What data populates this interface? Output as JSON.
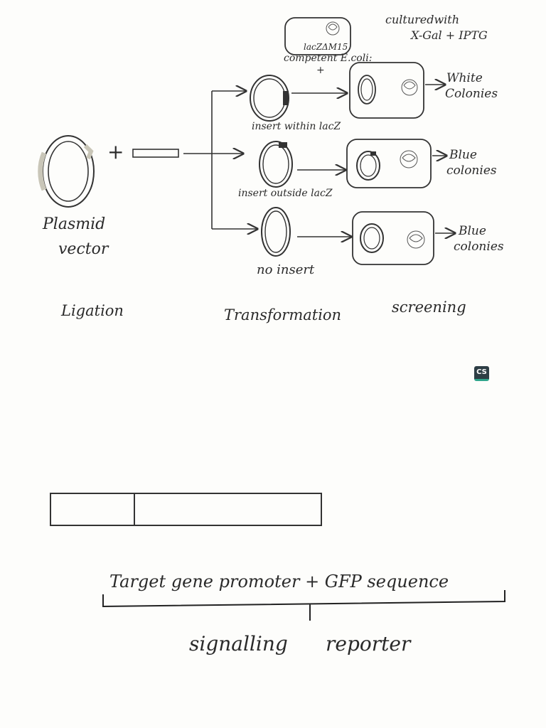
{
  "top_labels": {
    "cultured_with_line1": "culturedwith",
    "cultured_with_line2": "X-Gal + IPTG",
    "strain": "lacZΔM15",
    "competent": "competent E.coli:",
    "plus_small": "+"
  },
  "ligation": {
    "plus": "+",
    "plasmid_line1": "Plasmid",
    "plasmid_line2": "vector"
  },
  "branches": {
    "insert_within": "insert within lacZ",
    "insert_outside": "insert outside lacZ",
    "no_insert": "no insert"
  },
  "results": {
    "white_line1": "White",
    "white_line2": "Colonies",
    "blue1_line1": "Blue",
    "blue1_line2": "colonies",
    "blue2_line1": "Blue",
    "blue2_line2": "colonies"
  },
  "stages": {
    "ligation": "Ligation",
    "transformation": "Transformation",
    "screening": "screening"
  },
  "badge": {
    "text": "CS"
  },
  "reporter": {
    "construct": "Target gene promoter + GFP sequence",
    "label_left": "signalling",
    "label_right": "reporter"
  }
}
